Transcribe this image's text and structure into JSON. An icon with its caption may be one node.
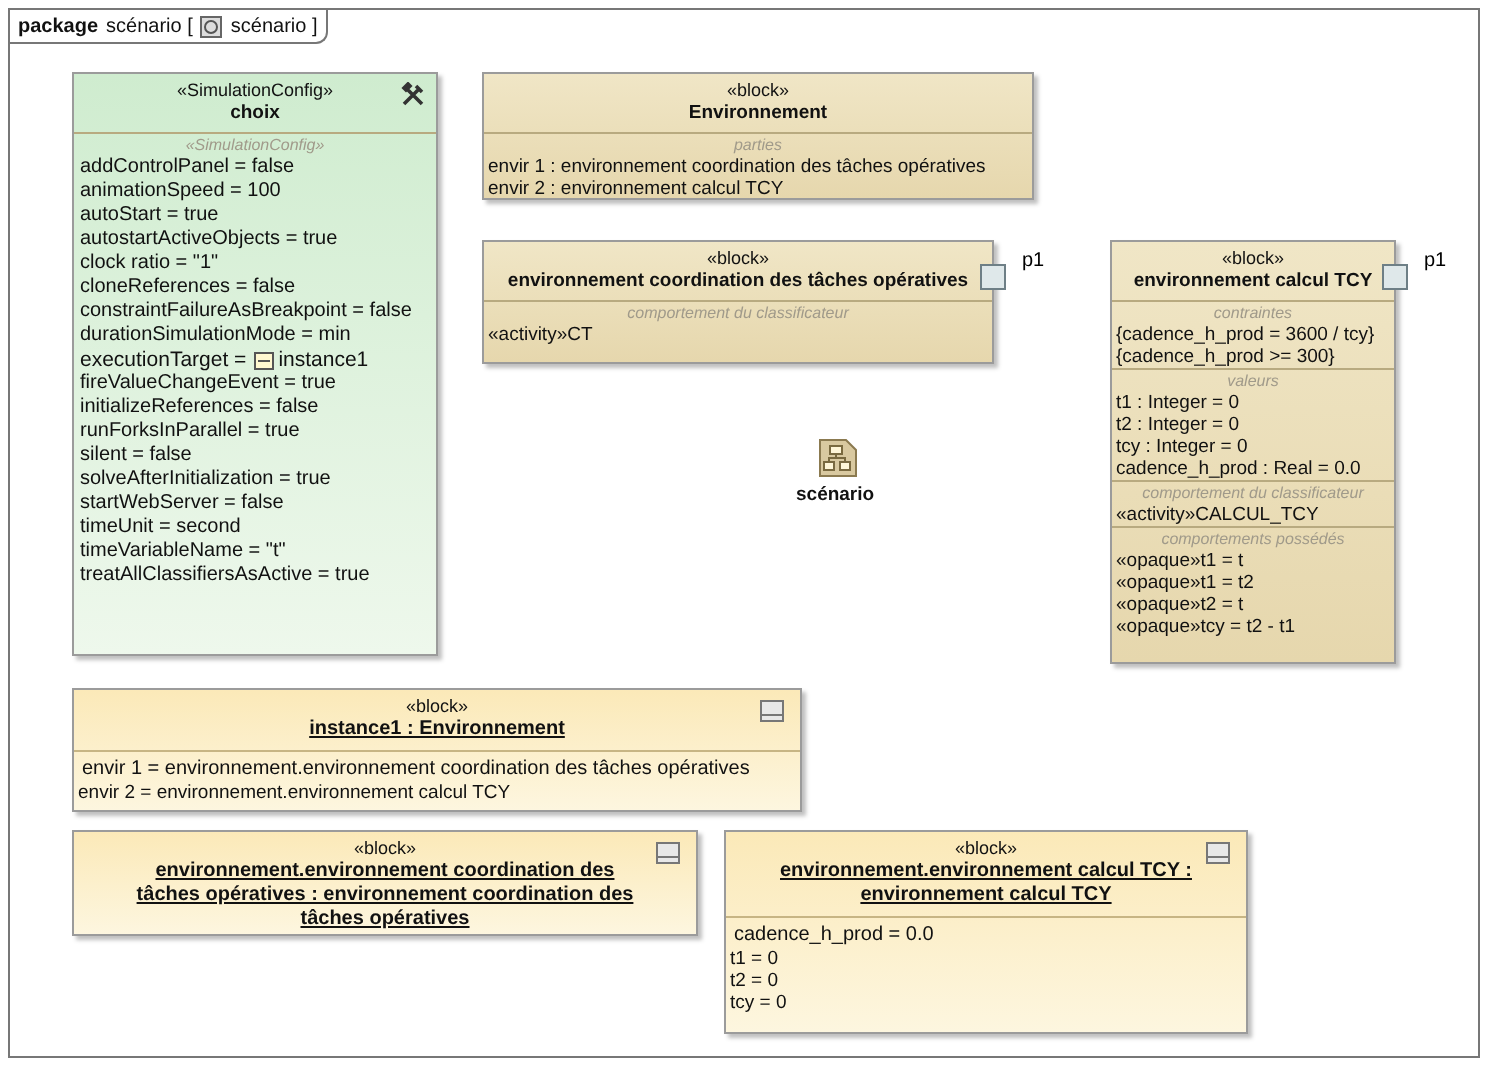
{
  "diagram": {
    "nodes": [
      {
        "text": [
          "package",
          "scénario [",
          "scénario ]"
        ]
      },
      {
        "text": [
          "«SimulationConfig»",
          "choix",
          "«SimulationConfig»",
          "addControlPanel = false",
          "animationSpeed = 100",
          "autoStart = true",
          "autostartActiveObjects = true",
          "clock ratio = \"1\"",
          "cloneReferences = false",
          "constraintFailureAsBreakpoint = false",
          "durationSimulationMode = min",
          "executionTarget =",
          "instance1",
          "fireValueChangeEvent = true",
          "initializeReferences = false",
          "runForksInParallel = true",
          "silent = false",
          "solveAfterInitialization = true",
          "startWebServer = false",
          "timeUnit = second",
          "timeVariableName = \"t\"",
          "treatAllClassifiersAsActive = true"
        ],
        "in": 0
      },
      {
        "text": [
          "«block»",
          "Environnement",
          "parties",
          "envir 1 : environnement coordination des tâches opératives",
          "envir 2 : environnement calcul TCY"
        ],
        "in": 0
      },
      {
        "text": [
          "«block»",
          "environnement coordination des tâches opératives",
          "comportement du classificateur",
          "«activity»CT"
        ],
        "in": 0
      },
      {
        "text": [],
        "shape": "box",
        "beside": [
          "p1"
        ],
        "in": 0
      },
      {
        "text": [
          "«block»",
          "environnement calcul TCY",
          "contraintes",
          "{cadence_h_prod  = 3600 / tcy}",
          "{cadence_h_prod  >= 300}",
          "valeurs",
          "t1 : Integer = 0",
          "t2 : Integer = 0",
          "tcy : Integer = 0",
          "cadence_h_prod : Real = 0.0",
          "comportement du classificateur",
          "«activity»CALCUL_TCY",
          "comportements possédés",
          "«opaque»t1 = t",
          "«opaque»t1 = t2",
          "«opaque»t2 = t",
          "«opaque»tcy = t2 - t1"
        ],
        "in": 0
      },
      {
        "text": [],
        "shape": "box",
        "beside": [
          "p1"
        ],
        "in": 0
      },
      {
        "text": [
          "«block»",
          "instance1 : Environnement",
          "envir 1 = environnement.environnement coordination des tâches opératives",
          "envir 2 = environnement.environnement calcul TCY"
        ],
        "in": 0
      },
      {
        "text": [
          "«block»",
          "environnement.environnement coordination des tâches opératives : environnement coordination des tâches opératives"
        ],
        "in": 0
      },
      {
        "text": [
          "«block»",
          "environnement.environnement calcul TCY : environnement calcul TCY",
          "cadence_h_prod = 0.0",
          "t1 = 0",
          "t2 = 0",
          "tcy = 0"
        ],
        "in": 0
      }
    ],
    "edges": [],
    "labels": [
      "scénario"
    ]
  }
}
